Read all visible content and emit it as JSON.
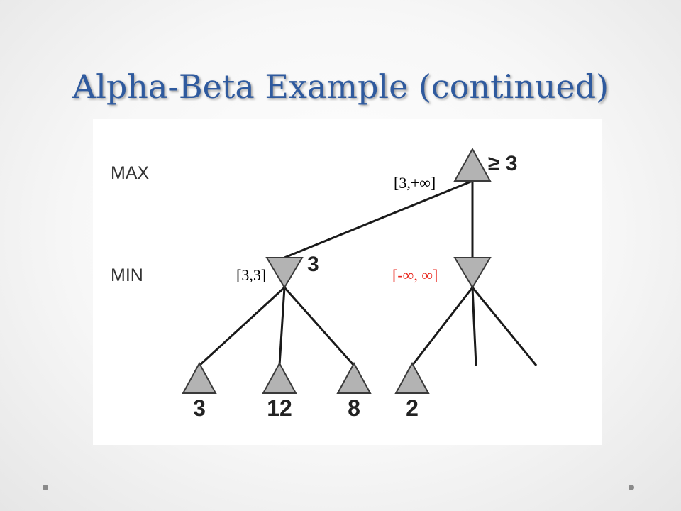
{
  "slide": {
    "title": "Alpha-Beta Example (continued)"
  },
  "diagram": {
    "level_labels": {
      "max": "MAX",
      "min": "MIN"
    },
    "root": {
      "value_label": "≥ 3",
      "interval": "[3,+∞]"
    },
    "min_left": {
      "value_label": "3",
      "interval": "[3,3]"
    },
    "min_right": {
      "interval": "[-∞, ∞]"
    },
    "leaves": [
      "3",
      "12",
      "8",
      "2"
    ],
    "colors": {
      "node_fill": "#b3b3b3",
      "node_stroke": "#3a3a3a",
      "edge": "#1a1a1a",
      "interval_default": "#000000",
      "interval_highlight": "#e8261c",
      "title": "#2f5a9e"
    }
  }
}
